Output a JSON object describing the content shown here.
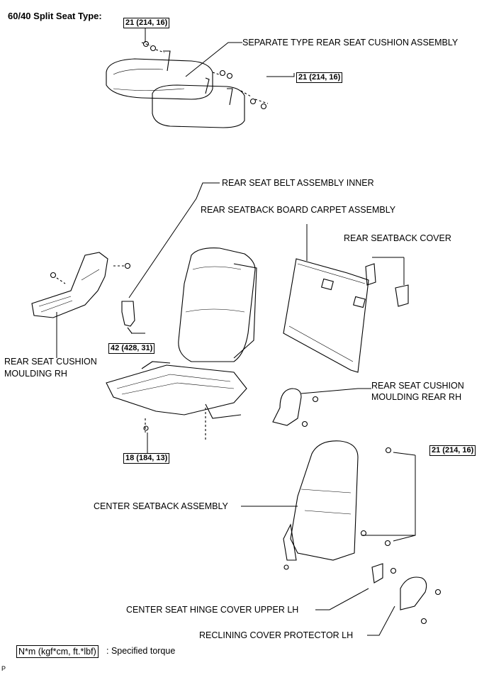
{
  "title": "60/40 Split Seat Type:",
  "labels": {
    "separate_cushion": "SEPARATE TYPE REAR SEAT CUSHION ASSEMBLY",
    "belt_inner": "REAR SEAT BELT ASSEMBLY INNER",
    "board_carpet": "REAR SEATBACK BOARD CARPET ASSEMBLY",
    "seatback_cover": "REAR SEATBACK COVER",
    "cushion_moulding_rh_1": "REAR SEAT CUSHION",
    "cushion_moulding_rh_2": "MOULDING RH",
    "cushion_moulding_rear_1": "REAR SEAT CUSHION",
    "cushion_moulding_rear_2": "MOULDING REAR RH",
    "center_seatback": "CENTER SEATBACK ASSEMBLY",
    "hinge_cover": "CENTER SEAT HINGE COVER UPPER LH",
    "reclining_cover": "RECLINING COVER PROTECTOR LH"
  },
  "torques": {
    "t1": "21 (214, 16)",
    "t2": "21 (214, 16)",
    "t3": "42 (428, 31)",
    "t4": "18 (184, 13)",
    "t5": "21 (214, 16)"
  },
  "legend": {
    "box": "N*m (kgf*cm, ft.*lbf)",
    "text": ": Specified torque"
  },
  "corner_mark": "P"
}
